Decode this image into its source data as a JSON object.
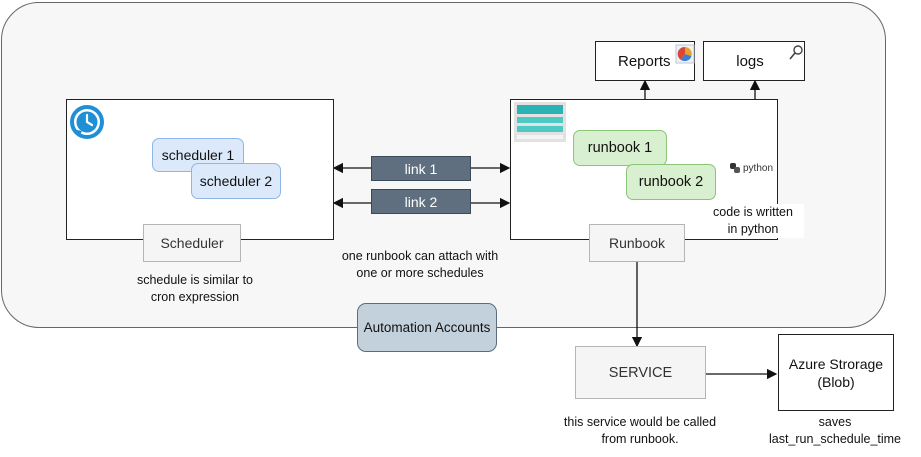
{
  "scheduler_panel": {
    "items": [
      "scheduler 1",
      "scheduler 2"
    ],
    "label": "Scheduler",
    "note_line1": "schedule is similar to",
    "note_line2": "cron expression"
  },
  "links": [
    "link 1",
    "link 2"
  ],
  "link_note_line1": "one runbook can attach with",
  "link_note_line2": "one or more schedules",
  "runbook_panel": {
    "items": [
      "runbook 1",
      "runbook 2"
    ],
    "label": "Runbook",
    "python_logo_text": "python",
    "note_line1": "code is written",
    "note_line2": "in python"
  },
  "outputs": {
    "reports": "Reports",
    "logs": "logs"
  },
  "automation_accounts": "Automation Accounts",
  "service": {
    "label": "SERVICE",
    "note_line1": "this service would be called",
    "note_line2": "from runbook."
  },
  "storage": {
    "line1": "Azure Strorage",
    "line2": "(Blob)",
    "note_line1": "saves",
    "note_line2": "last_run_schedule_time"
  },
  "colors": {
    "link_fill": "#5f6f7f",
    "scheduler_item_fill": "#dbe9fb",
    "runbook_item_fill": "#d9f0d0",
    "automation_fill": "#c3d1dc",
    "clock_icon": "#1f8fd6"
  },
  "icons": [
    "clock-icon",
    "runbook-icon",
    "pie-chart-icon",
    "magnifier-icon",
    "python-logo-icon"
  ]
}
